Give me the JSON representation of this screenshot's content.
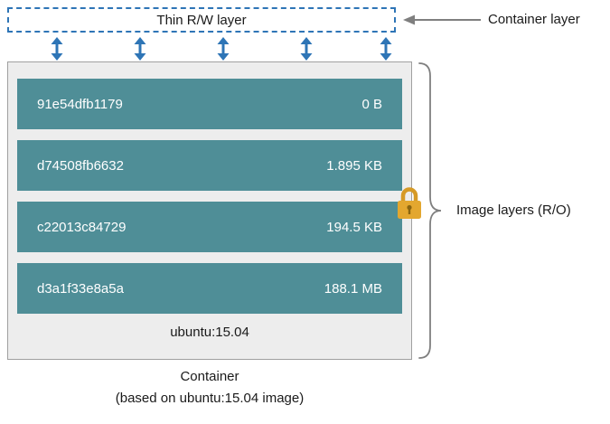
{
  "colors": {
    "accent_blue": "#2E75B6",
    "layer_teal": "#4F8E97",
    "lock_gold": "#E3A72F",
    "box_gray": "#EDEDED",
    "line_gray": "#7F7F7F"
  },
  "container_layer": {
    "thin_rw_label": "Thin R/W layer",
    "callout": "Container layer"
  },
  "image_layers": {
    "callout": "Image layers (R/O)",
    "base_label": "ubuntu:15.04",
    "layers": [
      {
        "id": "91e54dfb1179",
        "size": "0 B"
      },
      {
        "id": "d74508fb6632",
        "size": "1.895 KB"
      },
      {
        "id": "c22013c84729",
        "size": "194.5 KB"
      },
      {
        "id": "d3a1f33e8a5a",
        "size": "188.1 MB"
      }
    ]
  },
  "caption": {
    "line1": "Container",
    "line2": "(based on ubuntu:15.04 image)"
  }
}
